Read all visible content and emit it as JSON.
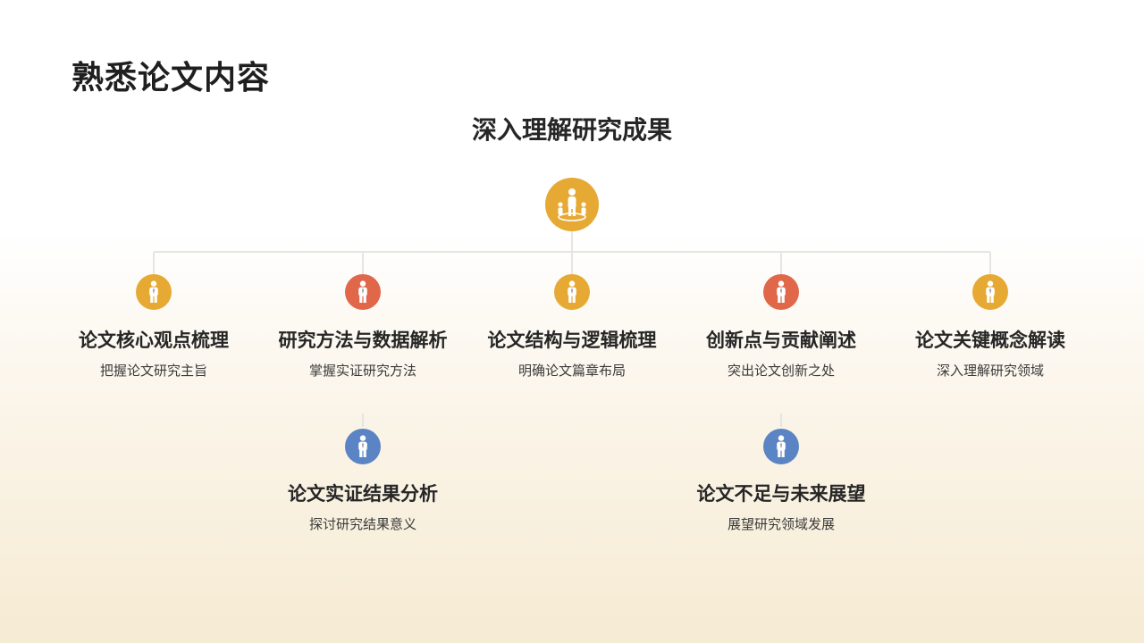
{
  "slide": {
    "title": "熟悉论文内容",
    "root": {
      "label": "深入理解研究成果",
      "icon": "people-network-icon",
      "color": "#e6a933"
    },
    "branches": [
      {
        "title": "论文核心观点梳理",
        "subtitle": "把握论文研究主旨",
        "icon": "person-icon",
        "color": "#e6a933"
      },
      {
        "title": "研究方法与数据解析",
        "subtitle": "掌握实证研究方法",
        "icon": "person-icon",
        "color": "#e0674a"
      },
      {
        "title": "论文结构与逻辑梳理",
        "subtitle": "明确论文篇章布局",
        "icon": "person-icon",
        "color": "#e6a933"
      },
      {
        "title": "创新点与贡献阐述",
        "subtitle": "突出论文创新之处",
        "icon": "person-icon",
        "color": "#e0674a"
      },
      {
        "title": "论文关键概念解读",
        "subtitle": "深入理解研究领域",
        "icon": "person-icon",
        "color": "#e6a933"
      }
    ],
    "sub_branches": [
      {
        "title": "论文实证结果分析",
        "subtitle": "探讨研究结果意义",
        "icon": "person-icon",
        "color": "#5b84c4"
      },
      {
        "title": "论文不足与未来展望",
        "subtitle": "展望研究领域发展",
        "icon": "person-icon",
        "color": "#5b84c4"
      }
    ]
  }
}
